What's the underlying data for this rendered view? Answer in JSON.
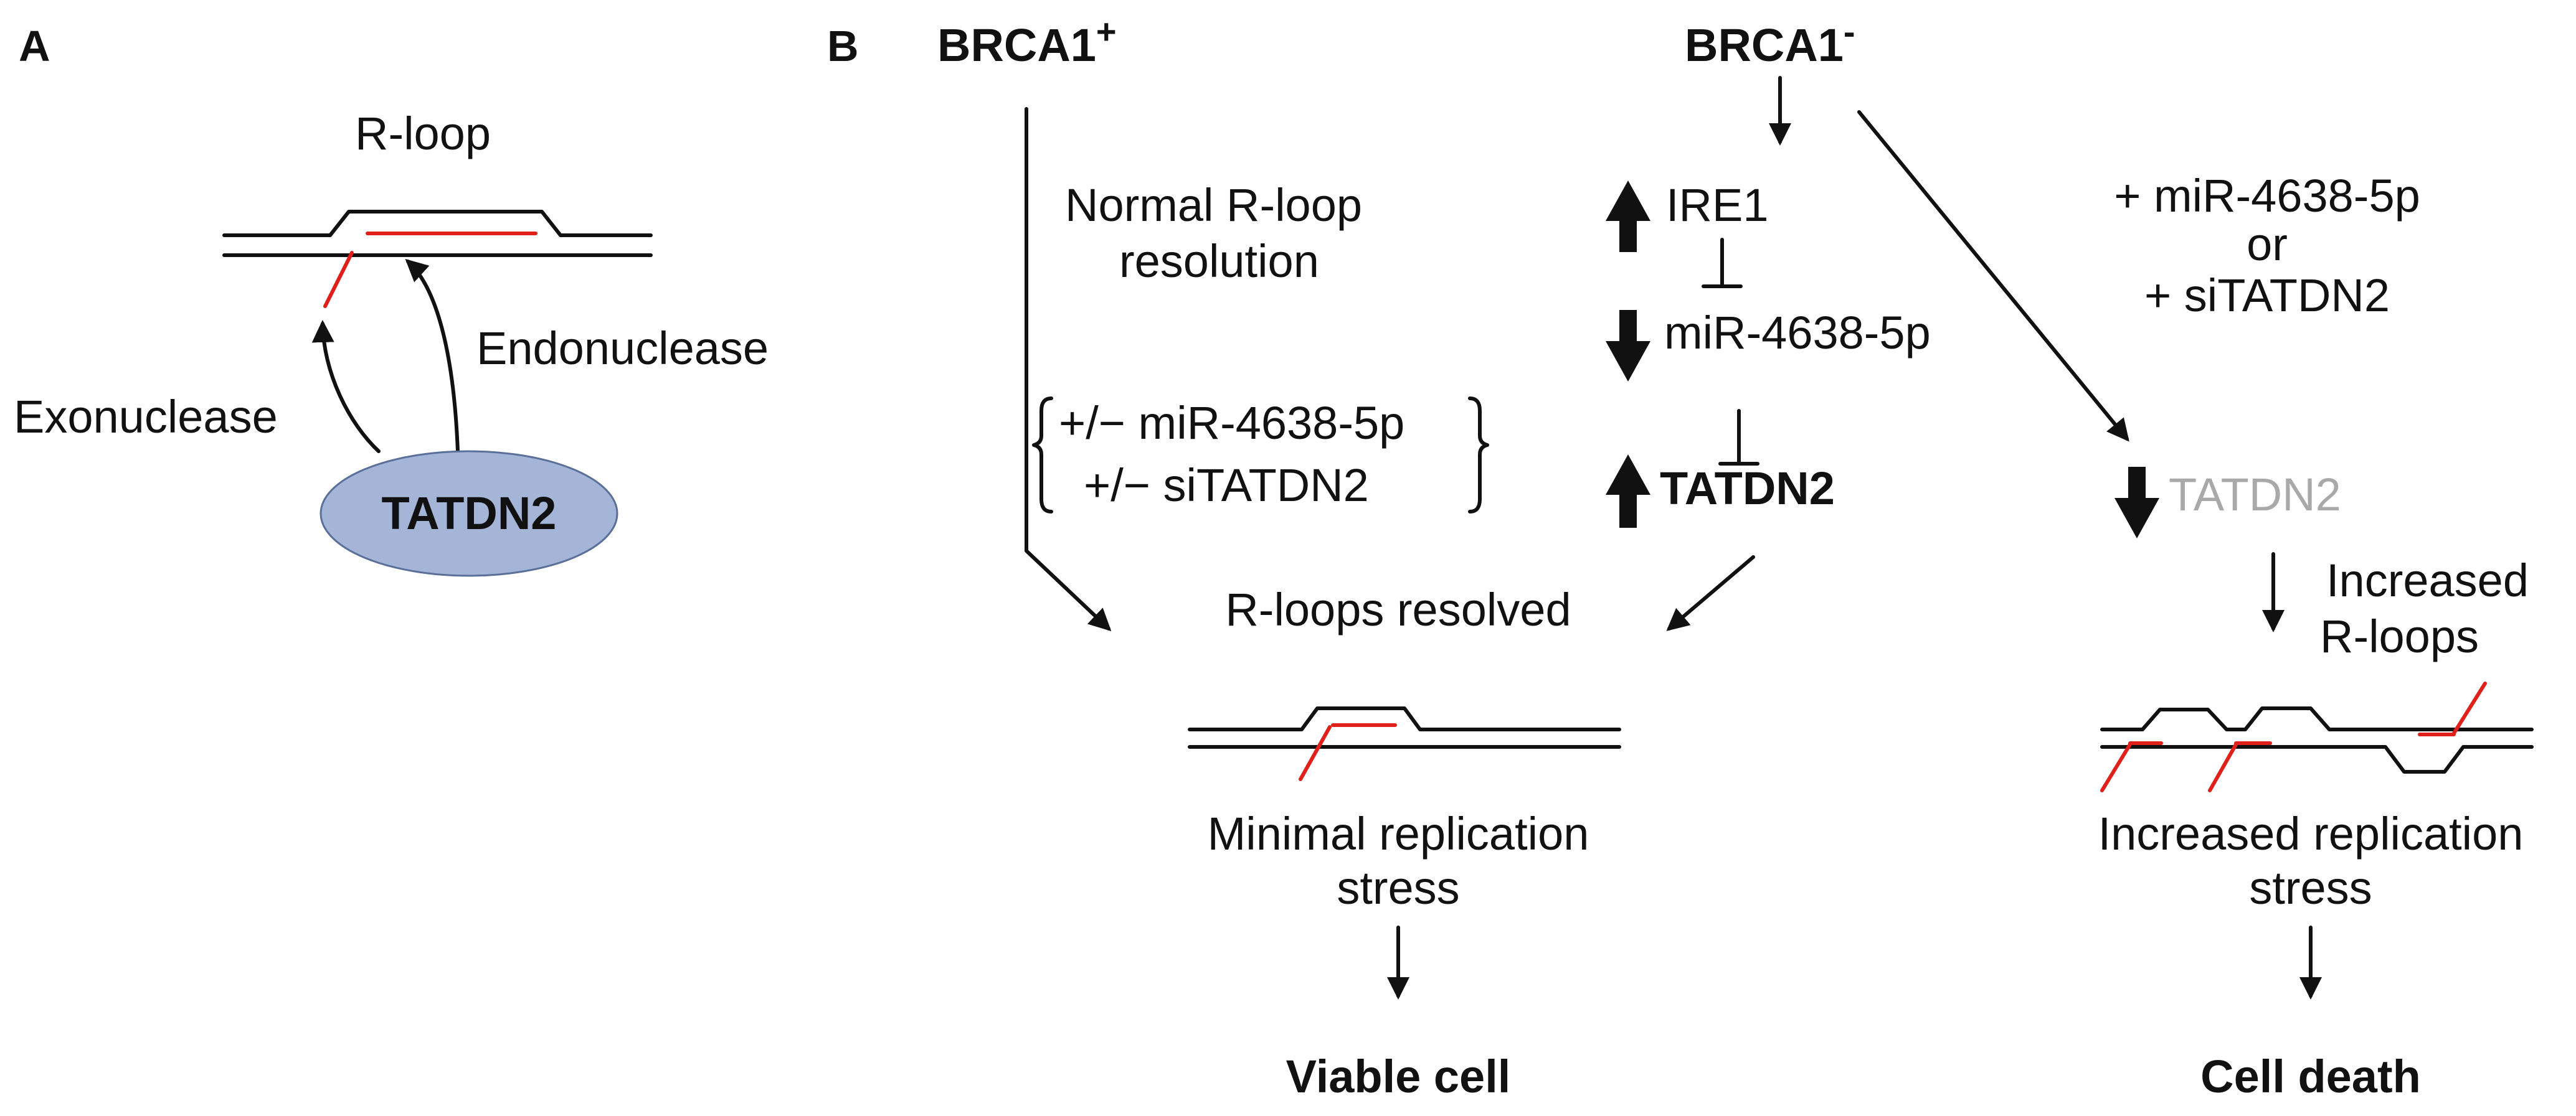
{
  "panel_a": {
    "letter": "A",
    "rloop_label": "R-loop",
    "endonuclease_label": "Endonuclease",
    "exonuclease_label": "Exonuclease",
    "enzyme_label": "TATDN2",
    "enzyme_color": "#a4b5d8"
  },
  "panel_b": {
    "letter": "B",
    "brca1_pos": {
      "base": "BRCA1",
      "sup": "+"
    },
    "brca1_neg": {
      "base": "BRCA1",
      "sup": "-"
    },
    "normal_resolution_1": "Normal R-loop",
    "normal_resolution_2": "resolution",
    "modifier_1": "+/− miR-4638-5p",
    "modifier_2": "+/− siTATDN2",
    "ire1": "IRE1",
    "mir": "miR-4638-5p",
    "tatdn2_up": "TATDN2",
    "treatment_1": "+ miR-4638-5p",
    "treatment_or": "or",
    "treatment_2": "+ siTATDN2",
    "tatdn2_down": "TATDN2",
    "tatdn2_down_color": "#a9a9a9",
    "rloops_resolved": "R-loops resolved",
    "increased_rloops_1": "Increased",
    "increased_rloops_2": "R-loops",
    "minimal_stress_1": "Minimal replication",
    "minimal_stress_2": "stress",
    "increased_stress_1": "Increased replication",
    "increased_stress_2": "stress",
    "outcome_viable": "Viable cell",
    "outcome_death": "Cell death"
  },
  "colors": {
    "dna_strand": "#111111",
    "rna_strand": "#e0211b"
  }
}
